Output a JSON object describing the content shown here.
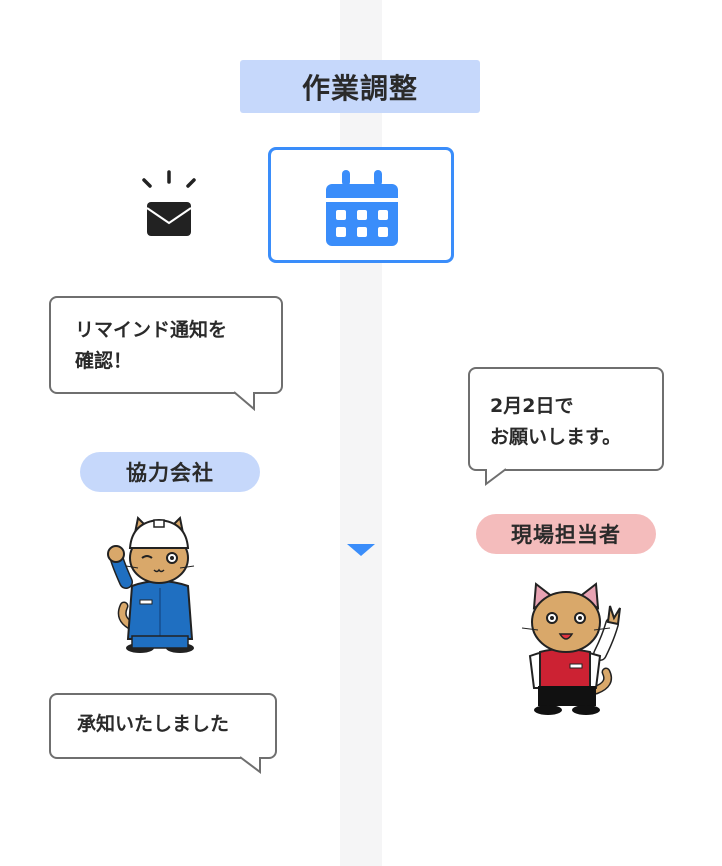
{
  "header": {
    "title": "作業調整"
  },
  "icons": {
    "notification": "mail-notification-icon",
    "calendar": "calendar-icon"
  },
  "bubbles": {
    "partner_reminder": {
      "lines": [
        "リマインド通知を",
        "確認！"
      ]
    },
    "site_reply": {
      "lines": [
        "2月2日で",
        "お願いします。"
      ]
    },
    "partner_ack": {
      "lines": [
        "承知いたしました"
      ]
    }
  },
  "roles": {
    "partner": {
      "label": "協力会社"
    },
    "site": {
      "label": "現場担当者"
    }
  },
  "colors": {
    "accent_blue": "#3a8dfa",
    "title_bg": "#c6d8fb",
    "partner_pill": "#c6d8fb",
    "site_pill": "#f4bcbc",
    "timeline": "#f5f5f6"
  }
}
